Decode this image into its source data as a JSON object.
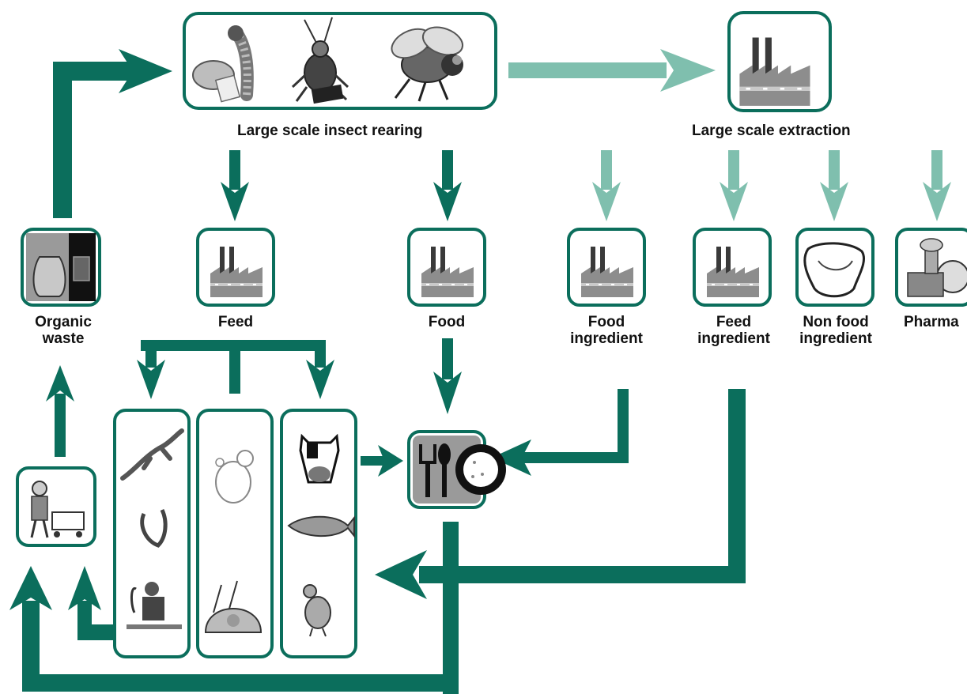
{
  "colors": {
    "dark_green": "#0b6e5c",
    "light_green": "#7fbfae",
    "box_fill": "#ffffff",
    "gray": "#9a9a9a"
  },
  "labels": {
    "insect_rearing": "Large scale insect rearing",
    "extraction": "Large scale extraction",
    "organic_waste_1": "Organic",
    "organic_waste_2": "waste",
    "feed": "Feed",
    "food": "Food",
    "food_ingredient_1": "Food",
    "food_ingredient_2": "ingredient",
    "feed_ingredient_1": "Feed",
    "feed_ingredient_2": "ingredient",
    "non_food_ingredient_1": "Non food",
    "non_food_ingredient_2": "ingredient",
    "pharma": "Pharma"
  },
  "icons": {
    "rearing": [
      "mealworm-icon",
      "cricket-icon",
      "fly-icon"
    ],
    "extraction": "factory-icon",
    "products": [
      "factory-icon",
      "factory-icon",
      "factory-icon",
      "factory-icon",
      "leather-icon",
      "chemical-plant-icon"
    ],
    "waste": "trash-bag-bin-icon",
    "consumer": "shopping-cart-person-icon",
    "pets": [
      "lizard-icon",
      "bird-icon",
      "fishing-icon"
    ],
    "companion": [
      "dog-icon",
      "cat-carrier-icon"
    ],
    "livestock": [
      "cow-icon",
      "fish-icon",
      "chicken-icon"
    ],
    "meal": "cutlery-plate-icon"
  }
}
